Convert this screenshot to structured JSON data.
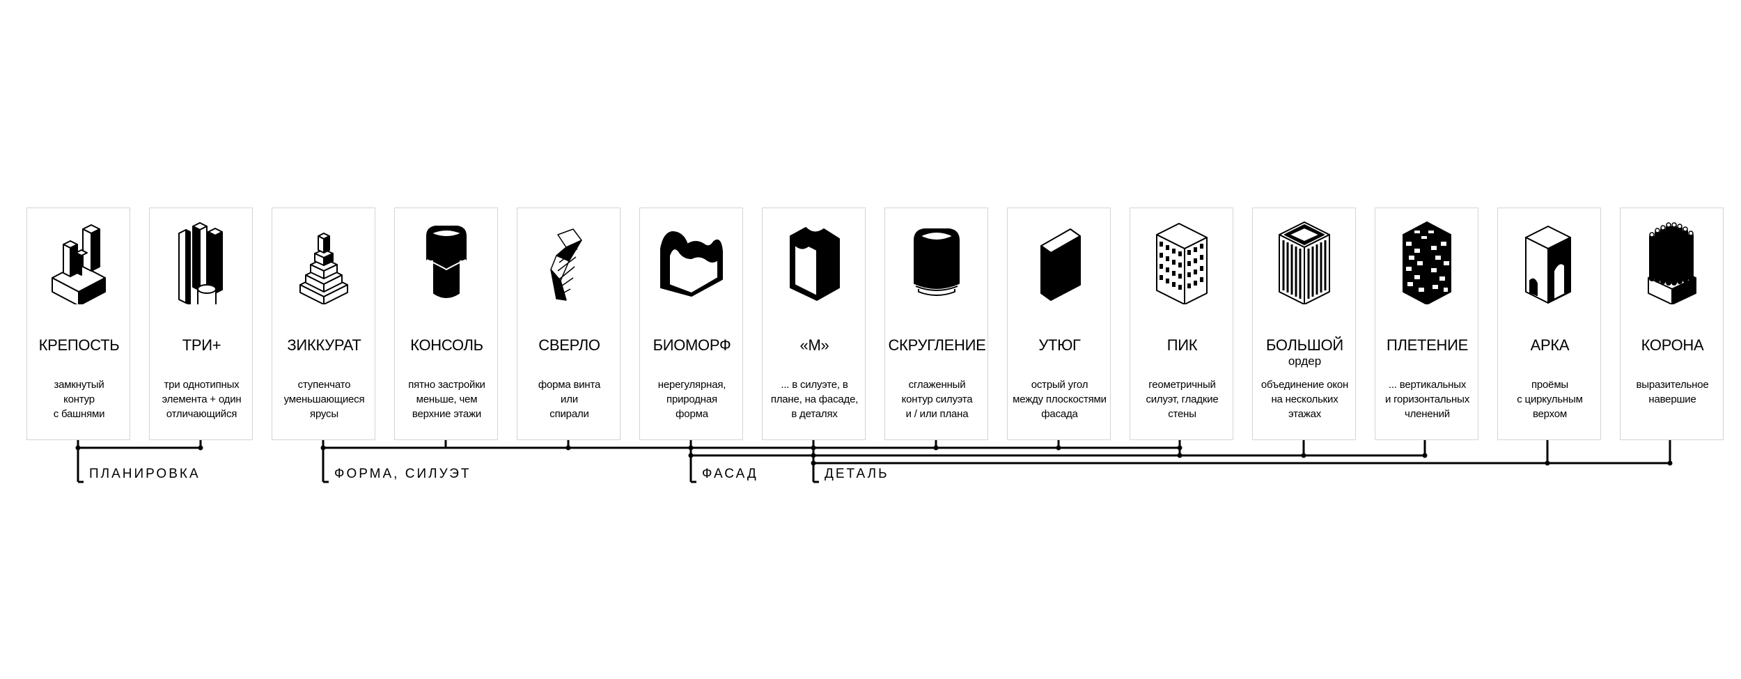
{
  "cards": [
    {
      "id": "krepost",
      "icon": "fortress-icon",
      "title": "КРЕПОСТЬ",
      "subtitle": "",
      "desc": "замкнутый\nконтур\nс башнями"
    },
    {
      "id": "tri",
      "icon": "three-plus-icon",
      "title": "ТРИ+",
      "subtitle": "",
      "desc": "три однотипных\nэлемента + один\nотличающийся"
    },
    {
      "id": "zikkurat",
      "icon": "ziggurat-icon",
      "title": "ЗИККУРАТ",
      "subtitle": "",
      "desc": "ступенчато\nуменьшающиеся\nярусы"
    },
    {
      "id": "konsol",
      "icon": "console-icon",
      "title": "КОНСОЛЬ",
      "subtitle": "",
      "desc": "пятно застройки\nменьше, чем\nверхние этажи"
    },
    {
      "id": "sverlo",
      "icon": "drill-icon",
      "title": "СВЕРЛО",
      "subtitle": "",
      "desc": "форма винта\nили\nспирали"
    },
    {
      "id": "biomorf",
      "icon": "biomorph-icon",
      "title": "БИОМОРФ",
      "subtitle": "",
      "desc": "нерегулярная,\nприродная\nформа"
    },
    {
      "id": "m",
      "icon": "m-shape-icon",
      "title": "«М»",
      "subtitle": "",
      "desc": "... в силуэте, в\nплане, на фасаде,\nв деталях"
    },
    {
      "id": "skruglenie",
      "icon": "rounding-icon",
      "title": "СКРУГЛЕНИЕ",
      "subtitle": "",
      "desc": "сглаженный\nконтур силуэта\nи / или плана"
    },
    {
      "id": "utyug",
      "icon": "flatiron-icon",
      "title": "УТЮГ",
      "subtitle": "",
      "desc": "острый угол\nмежду плоскостями\nфасада"
    },
    {
      "id": "pik",
      "icon": "peak-icon",
      "title": "ПИК",
      "subtitle": "",
      "desc": "геометричный\nсилуэт, гладкие\nстены"
    },
    {
      "id": "bolshoy",
      "icon": "big-order-icon",
      "title": "БОЛЬШОЙ",
      "subtitle": "ордер",
      "desc": "объединение окон\nна нескольких\nэтажах"
    },
    {
      "id": "pletenie",
      "icon": "weaving-icon",
      "title": "ПЛЕТЕНИЕ",
      "subtitle": "",
      "desc": "... вертикальных\nи горизонтальных\nчленений"
    },
    {
      "id": "arka",
      "icon": "arch-icon",
      "title": "АРКА",
      "subtitle": "",
      "desc": "проёмы\nс циркульным\nверхом"
    },
    {
      "id": "korona",
      "icon": "crown-icon",
      "title": "КОРОНА",
      "subtitle": "",
      "desc": "выразительное\nнавершие"
    }
  ],
  "groups": {
    "planirovka": "ПЛАНИРОВКА",
    "forma": "ФОРМА, СИЛУЭТ",
    "fasad": "ФАСАД",
    "detal": "ДЕТАЛЬ"
  },
  "colors": {
    "line": "#000000",
    "card_border": "#d4d4d4",
    "background": "#ffffff"
  }
}
